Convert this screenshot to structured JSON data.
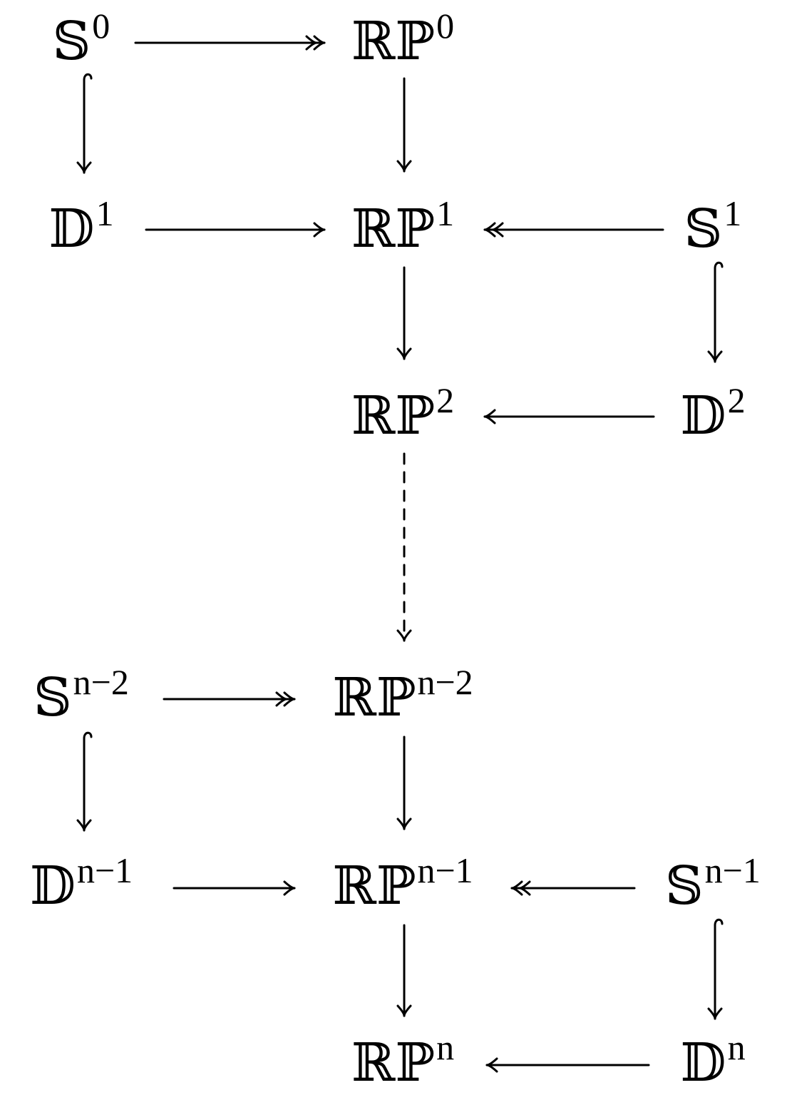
{
  "nodes": [
    {
      "id": "S0",
      "base": "𝕊",
      "sup": "0"
    },
    {
      "id": "RP0",
      "base": "ℝℙ",
      "sup": "0"
    },
    {
      "id": "D1",
      "base": "𝔻",
      "sup": "1"
    },
    {
      "id": "RP1",
      "base": "ℝℙ",
      "sup": "1"
    },
    {
      "id": "S1",
      "base": "𝕊",
      "sup": "1"
    },
    {
      "id": "RP2",
      "base": "ℝℙ",
      "sup": "2"
    },
    {
      "id": "D2",
      "base": "𝔻",
      "sup": "2"
    },
    {
      "id": "Sn2",
      "base": "𝕊",
      "sup": "n−2"
    },
    {
      "id": "RPn2",
      "base": "ℝℙ",
      "sup": "n−2"
    },
    {
      "id": "Dn1",
      "base": "𝔻",
      "sup": "n−1"
    },
    {
      "id": "RPn1",
      "base": "ℝℙ",
      "sup": "n−1"
    },
    {
      "id": "Sn1",
      "base": "𝕊",
      "sup": "n−1"
    },
    {
      "id": "RPn",
      "base": "ℝℙ",
      "sup": "n"
    },
    {
      "id": "Dn",
      "base": "𝔻",
      "sup": "n"
    }
  ],
  "edges": [
    {
      "from": "S0",
      "to": "RP0",
      "style": "surjection"
    },
    {
      "from": "S0",
      "to": "D1",
      "style": "inclusion"
    },
    {
      "from": "RP0",
      "to": "RP1",
      "style": "plain"
    },
    {
      "from": "D1",
      "to": "RP1",
      "style": "plain"
    },
    {
      "from": "S1",
      "to": "RP1",
      "style": "surjection"
    },
    {
      "from": "RP1",
      "to": "RP2",
      "style": "plain"
    },
    {
      "from": "S1",
      "to": "D2",
      "style": "inclusion"
    },
    {
      "from": "D2",
      "to": "RP2",
      "style": "plain"
    },
    {
      "from": "RP2",
      "to": "RPn2",
      "style": "dashed"
    },
    {
      "from": "Sn2",
      "to": "RPn2",
      "style": "surjection"
    },
    {
      "from": "Sn2",
      "to": "Dn1",
      "style": "inclusion"
    },
    {
      "from": "RPn2",
      "to": "RPn1",
      "style": "plain"
    },
    {
      "from": "Dn1",
      "to": "RPn1",
      "style": "plain"
    },
    {
      "from": "Sn1",
      "to": "RPn1",
      "style": "surjection"
    },
    {
      "from": "RPn1",
      "to": "RPn",
      "style": "plain"
    },
    {
      "from": "Sn1",
      "to": "Dn",
      "style": "inclusion"
    },
    {
      "from": "Dn",
      "to": "RPn",
      "style": "plain"
    }
  ]
}
